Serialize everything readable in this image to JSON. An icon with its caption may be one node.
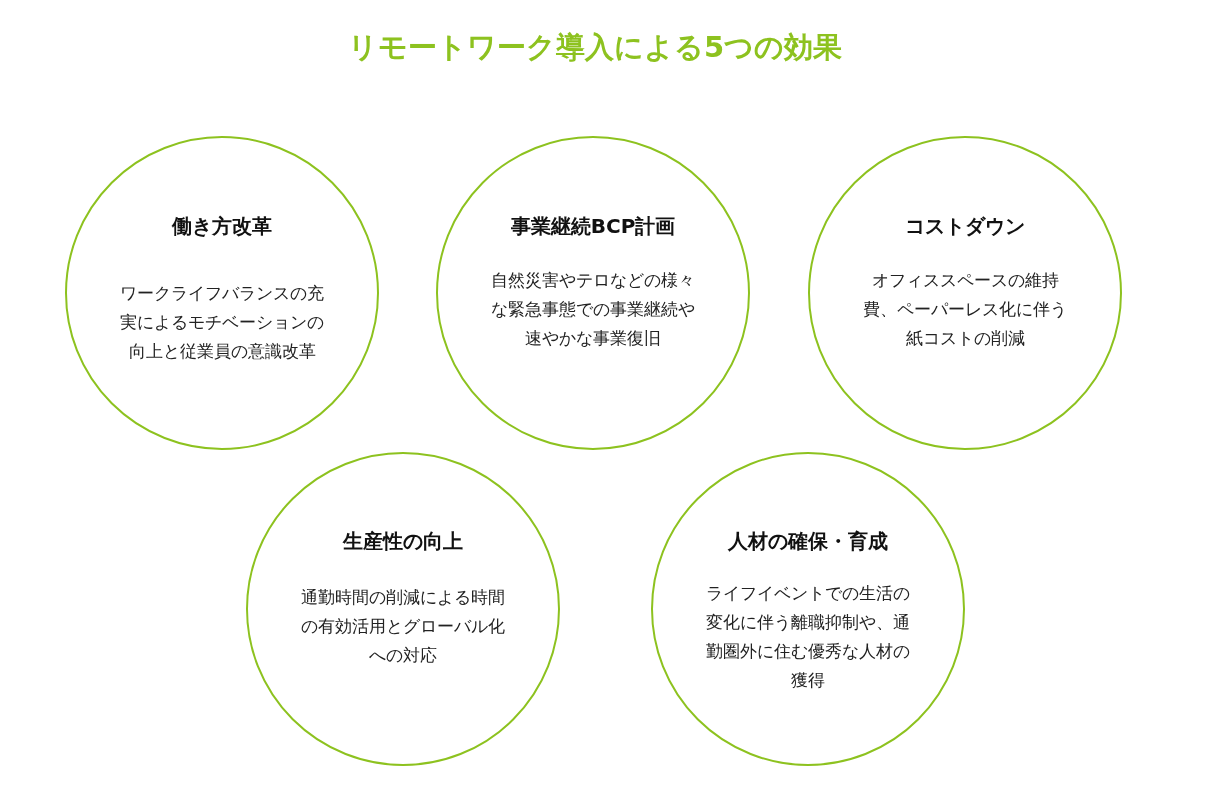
{
  "diagram": {
    "title": "リモートワーク導入による5つの効果",
    "nodes": [
      {
        "text": [
          "働き方改革",
          "ワークライフバランスの充実によるモチベーションの向上と従業員の意識改革"
        ]
      },
      {
        "text": [
          "事業継続BCP計画",
          "自然災害やテロなどの様々な緊急事態での事業継続や速やかな事業復旧"
        ]
      },
      {
        "text": [
          "コストダウン",
          "オフィススペースの維持費、ペーパーレス化に伴う紙コストの削減"
        ]
      },
      {
        "text": [
          "生産性の向上",
          "通勤時間の削減による時間の有効活用とグローバル化への対応"
        ]
      },
      {
        "text": [
          "人材の確保・育成",
          "ライフイベントでの生活の変化に伴う離職抑制や、通勤圏外に住む優秀な人材の獲得"
        ]
      }
    ]
  }
}
